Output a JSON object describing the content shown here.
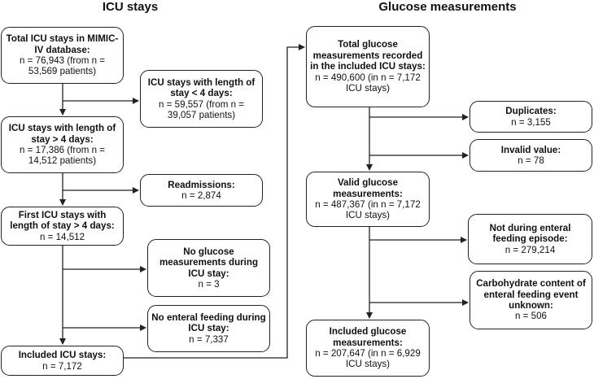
{
  "titles": {
    "left": "ICU stays",
    "right": "Glucose measurements"
  },
  "boxes": {
    "total_stays": {
      "heading": "Total ICU stays in MIMIC-IV database:",
      "detail": "n = 76,943 (from n = 53,569 patients)"
    },
    "los_under_4": {
      "heading": "ICU stays with length of stay < 4 days:",
      "detail": "n = 59,557 (from n = 39,057 patients)"
    },
    "los_over_4": {
      "heading": "ICU stays with length of stay > 4 days:",
      "detail": "n = 17,386 (from n = 14,512 patients)"
    },
    "readmissions": {
      "heading": "Readmissions:",
      "detail": "n = 2,874"
    },
    "first_stays": {
      "heading": "First ICU stays with length of stay > 4 days:",
      "detail": "n = 14,512"
    },
    "no_glucose": {
      "heading": "No glucose measurements during ICU stay:",
      "detail": "n = 3"
    },
    "no_enteral": {
      "heading": "No enteral feeding during ICU stay:",
      "detail": "n = 7,337"
    },
    "included_stays": {
      "heading": "Included ICU stays:",
      "detail": "n = 7,172"
    },
    "total_glucose": {
      "heading": "Total glucose measurements recorded in the included ICU stays:",
      "detail": "n = 490,600 (in n = 7,172 ICU stays)"
    },
    "duplicates": {
      "heading": "Duplicates:",
      "detail": "n  = 3,155"
    },
    "invalid": {
      "heading": "Invalid value:",
      "detail": "n = 78"
    },
    "valid_glucose": {
      "heading": "Valid glucose measurements:",
      "detail": "n = 487,367 (in n = 7,172 ICU stays)"
    },
    "not_enteral": {
      "heading": "Not during enteral feeding episode:",
      "detail": "n = 279,214"
    },
    "carb_unknown": {
      "heading": "Carbohydrate content of enteral feeding event unknown:",
      "detail": "n = 506"
    },
    "included_glucose": {
      "heading": "Included glucose measurements:",
      "detail": "n = 207,647 (in n = 6,929 ICU stays)"
    }
  }
}
